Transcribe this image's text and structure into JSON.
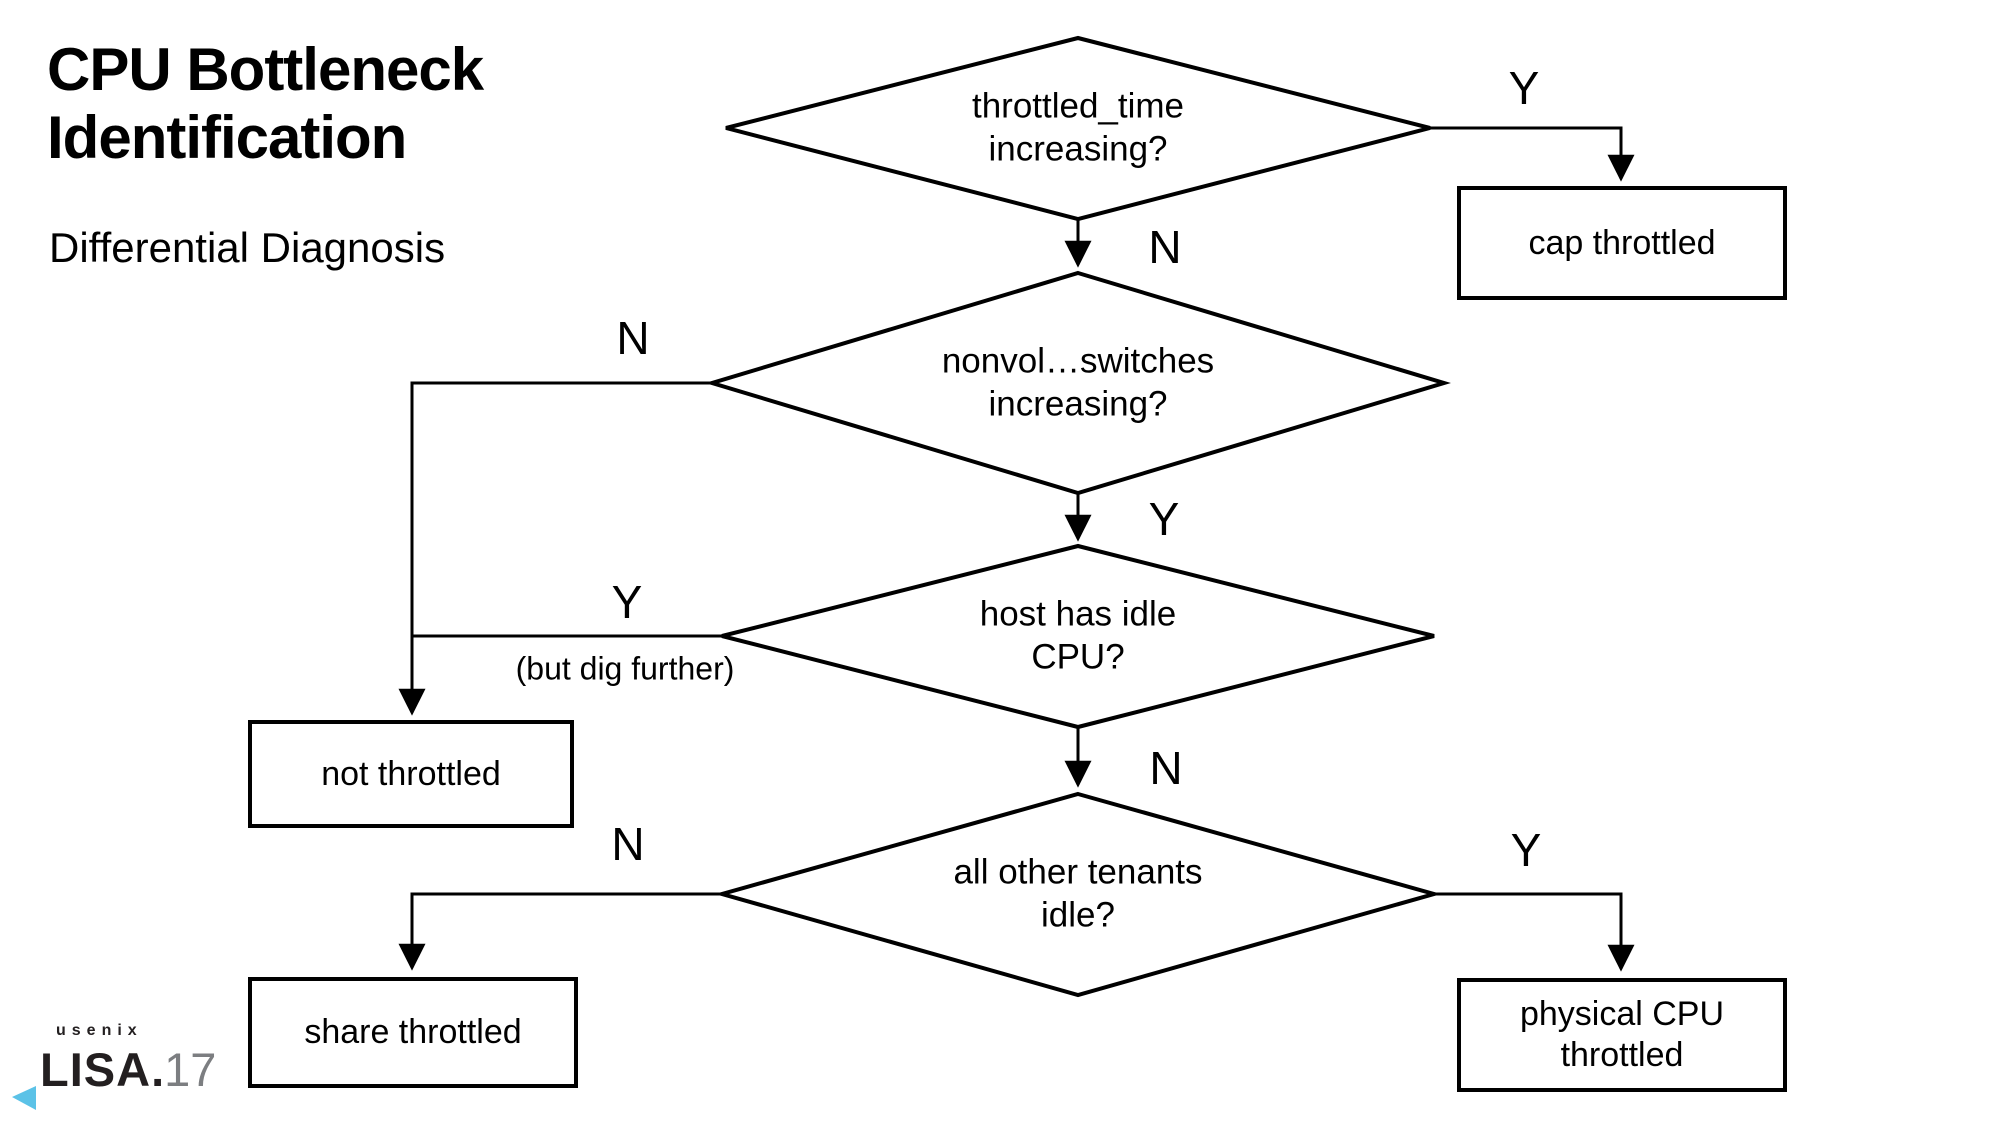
{
  "slide": {
    "title": "CPU Bottleneck Identification",
    "subtitle": "Differential Diagnosis",
    "background_color": "#ffffff",
    "line_color": "#000000"
  },
  "flowchart": {
    "type": "flowchart",
    "decisions": [
      {
        "id": "throttled-time",
        "label": "throttled_time increasing?"
      },
      {
        "id": "nonvol-switches",
        "label": "nonvol…switches increasing?"
      },
      {
        "id": "host-idle-cpu",
        "label": "host has idle CPU?"
      },
      {
        "id": "other-tenants-idle",
        "label": "all other tenants idle?"
      }
    ],
    "outcomes": [
      {
        "id": "cap-throttled",
        "label": "cap throttled"
      },
      {
        "id": "not-throttled",
        "label": "not throttled"
      },
      {
        "id": "share-throttled",
        "label": "share throttled"
      },
      {
        "id": "physical-cpu-throttled",
        "label": "physical CPU throttled"
      }
    ],
    "edge_labels": [
      {
        "id": "d1-yes",
        "label": "Y"
      },
      {
        "id": "d1-no",
        "label": "N"
      },
      {
        "id": "d2-no",
        "label": "N"
      },
      {
        "id": "d2-yes",
        "label": "Y"
      },
      {
        "id": "d3-yes",
        "label": "Y"
      },
      {
        "id": "d3-yes-note",
        "label": "(but dig further)"
      },
      {
        "id": "d3-no",
        "label": "N"
      },
      {
        "id": "d4-no",
        "label": "N"
      },
      {
        "id": "d4-yes",
        "label": "Y"
      }
    ]
  },
  "logo": {
    "org": "usenix",
    "event": "LISA",
    "separator": ".",
    "year": "17",
    "event_color": "#231f20",
    "year_color": "#7c7e81",
    "accent_color": "#5bc2e7"
  }
}
